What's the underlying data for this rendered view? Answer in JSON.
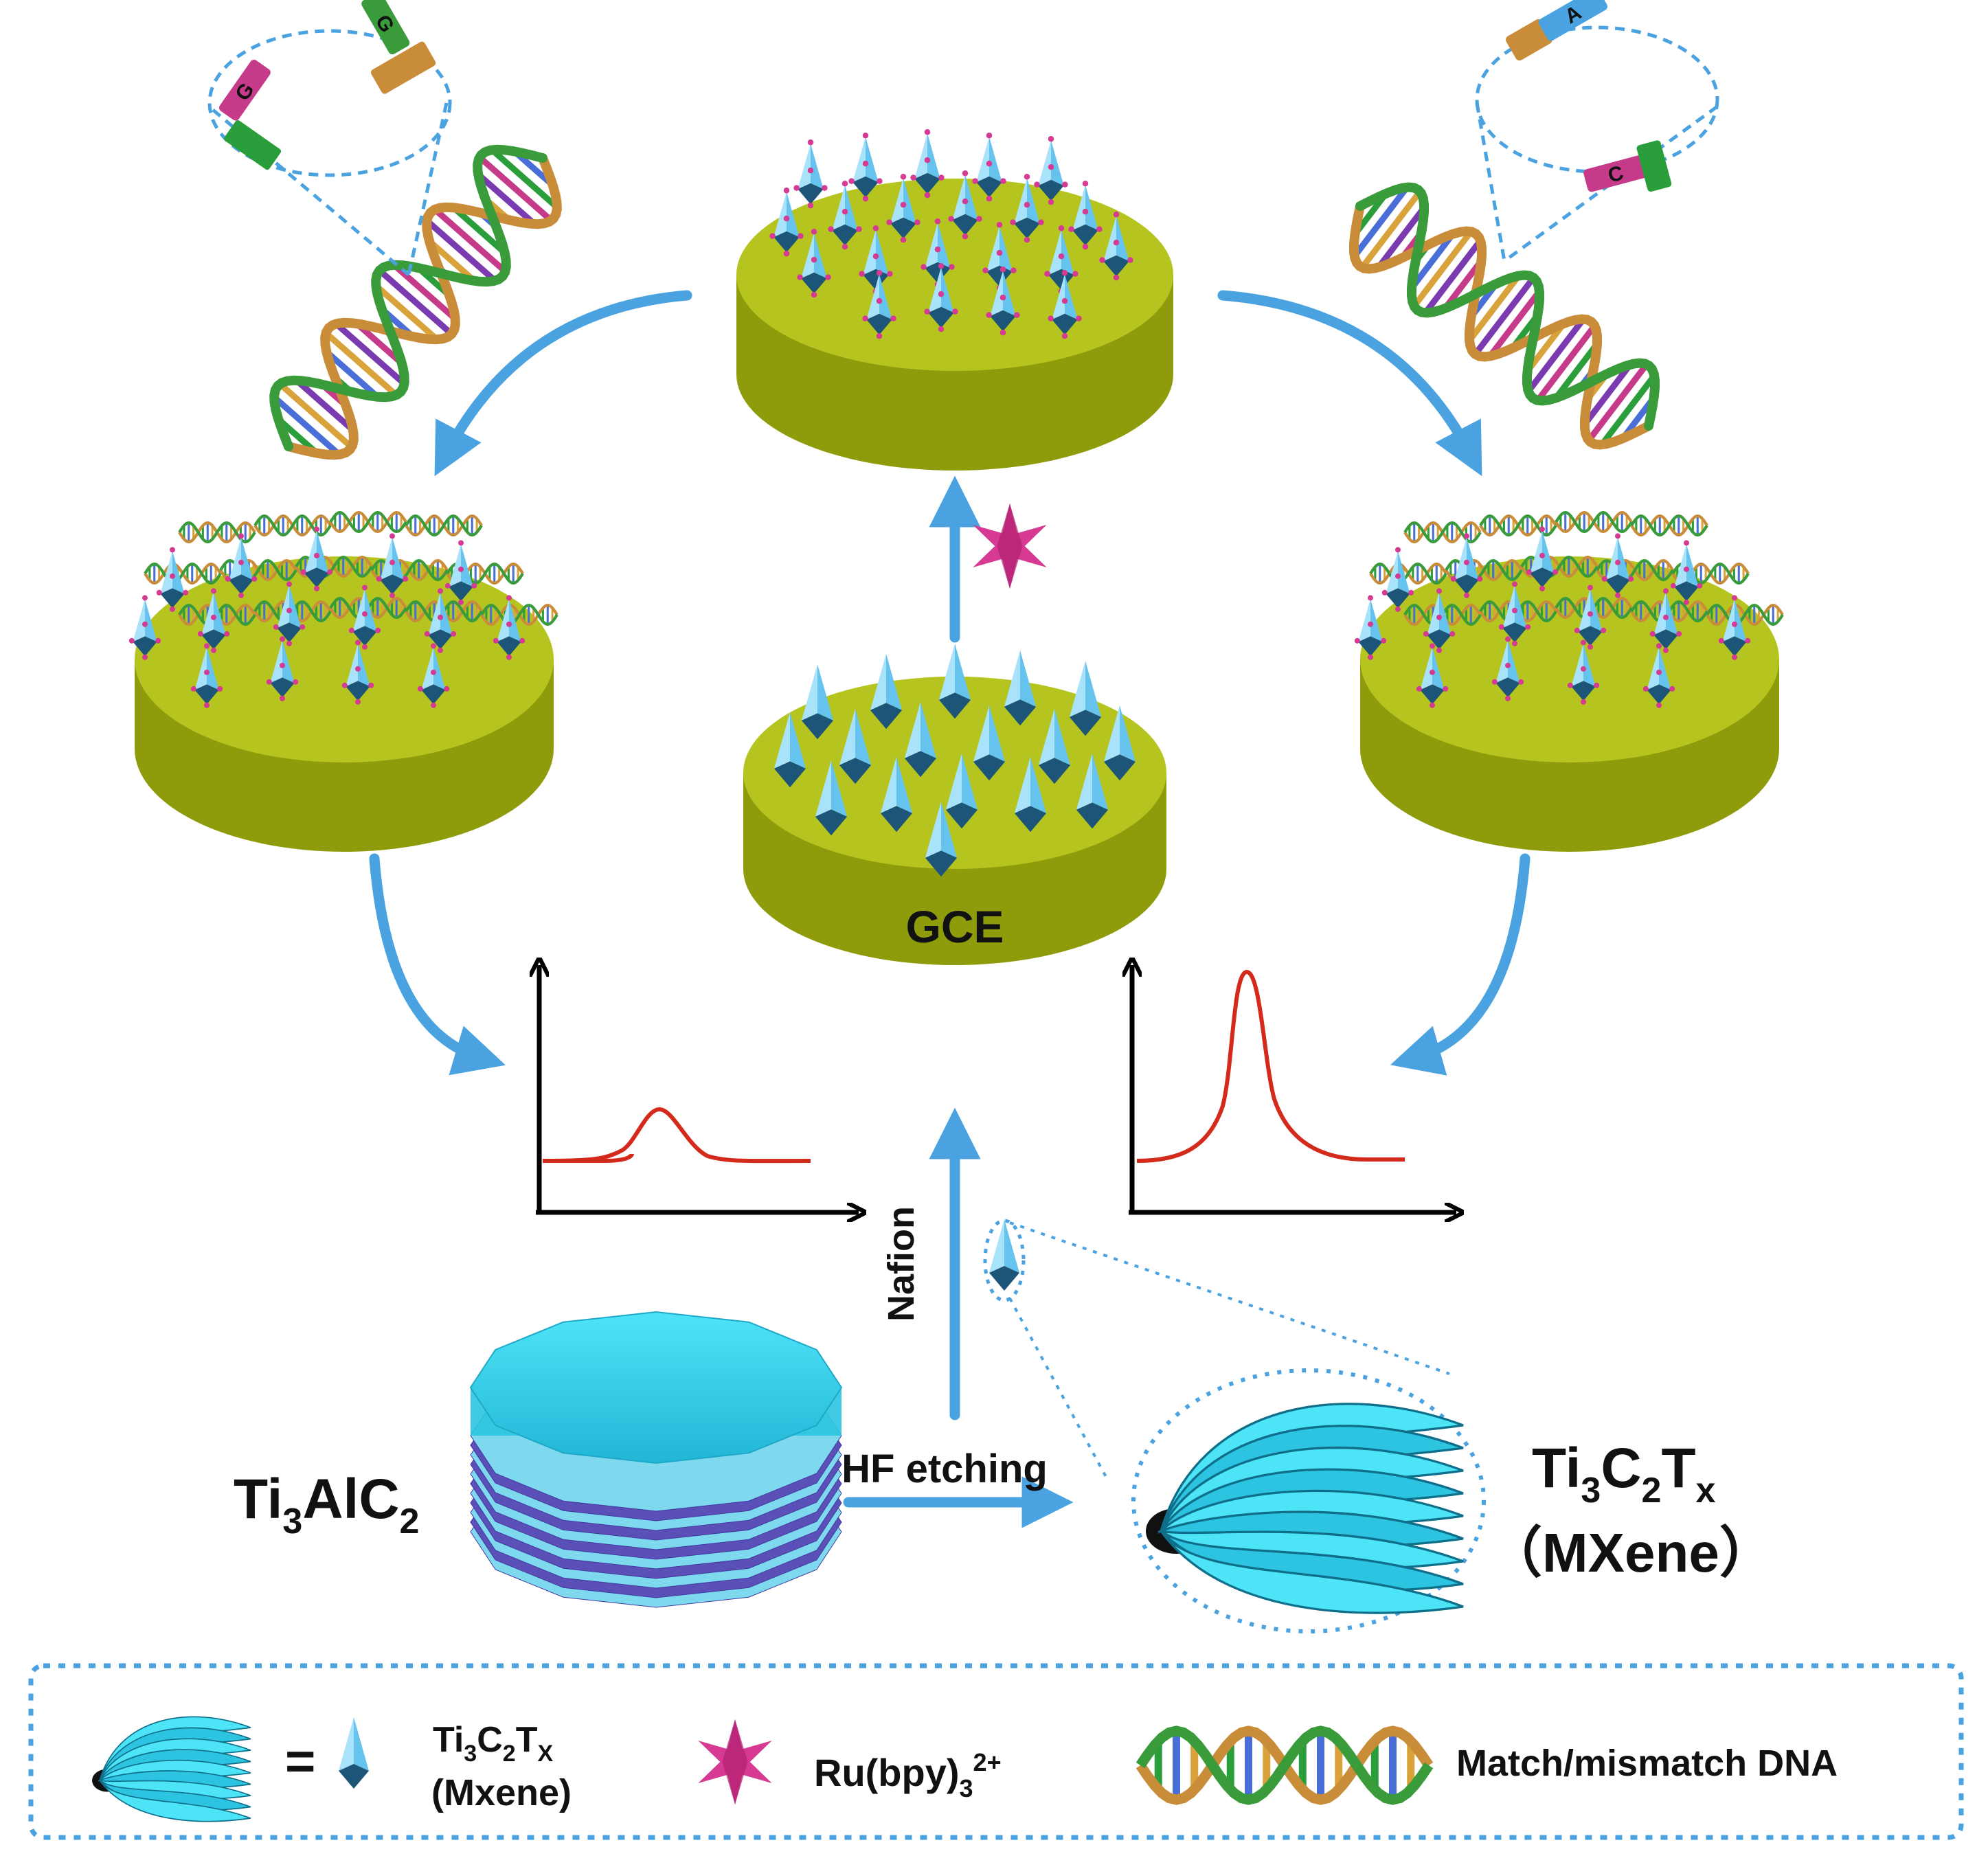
{
  "labels": {
    "gce": "GCE",
    "nafion": "Nafion",
    "hf_etching": "HF etching",
    "ti3alc2": {
      "base": "Ti",
      "sub1": "3",
      "mid": "AlC",
      "sub2": "2"
    },
    "ti3c2tx": {
      "t1": "Ti",
      "s1": "3",
      "t2": "C",
      "s2": "2",
      "t3": "T",
      "s3": "x"
    },
    "mxene_paren": "（MXene）"
  },
  "legend": {
    "equals": "=",
    "mxene_formula": {
      "t1": "Ti",
      "s1": "3",
      "t2": "C",
      "s2": "2",
      "t3": "T",
      "s3": "X"
    },
    "mxene_name": "(Mxene)",
    "ru_label": {
      "base": "Ru(bpy)",
      "sub": "3",
      "sup": "2+"
    },
    "dna_label": "Match/mismatch DNA"
  },
  "dna_bases": {
    "left": [
      "G",
      "G"
    ],
    "right": [
      "A",
      "C"
    ]
  },
  "chart_data": [
    {
      "type": "line",
      "series": [
        {
          "values": "small peak"
        }
      ],
      "peak_relative": 0.3
    },
    {
      "type": "line",
      "series": [
        {
          "values": "large peak"
        }
      ],
      "peak_relative": 1.0
    }
  ],
  "colors": {
    "disk_top": "#b5c41f",
    "disk_side": "#8e9c0c",
    "arrow": "#4aa3e0",
    "mxene_light": "#88d4f2",
    "mxene_dark": "#1c5578",
    "ru": "#d63a92",
    "peak": "#d42a1c",
    "cyan_stack": "#3ad6ee",
    "purple_layer": "#5b4fb8"
  }
}
